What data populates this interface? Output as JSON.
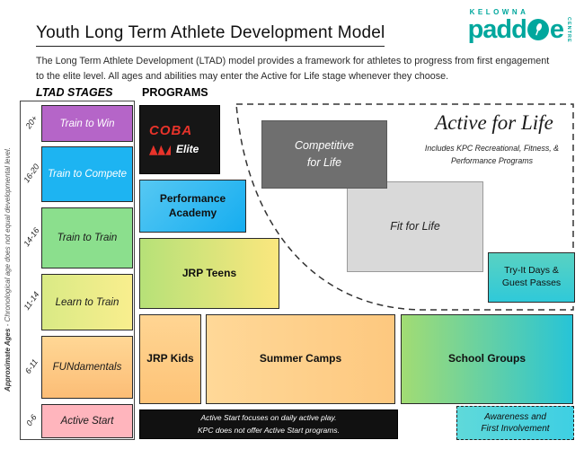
{
  "palette": {
    "brand_teal": "#00a79d",
    "stage_purple": "#b565c8",
    "stage_blue": "#1db4f2",
    "stage_green": "#8bdf8d",
    "stage_yellow_green": "#d9ea85",
    "stage_orange": "#ffd795",
    "stage_pink": "#ffb5bd",
    "competitive_gray": "#6f6f6f",
    "fit_gray": "#d9d9d9",
    "cyan": "#3ecfe3",
    "logo_red": "#e8332a",
    "black": "#111111"
  },
  "header": {
    "title": "Youth Long Term Athlete Development Model",
    "intro": "The Long Term Athlete Development (LTAD) model provides a framework for athletes to progress from first engagement to the elite level. All ages and abilities may enter the Active for Life stage whenever they choose."
  },
  "logo": {
    "region": "KELOWNA",
    "word_pre": "padd",
    "word_post": "e",
    "sub": "CENTRE",
    "icon": "paddle-icon"
  },
  "columns": {
    "stages_header": "LTAD STAGES",
    "programs_header": "PROGRAMS"
  },
  "side_note": {
    "bold": "Approximate Ages",
    "rest": " - Chronological age does not equal developmental level."
  },
  "stages": [
    {
      "age": "20+",
      "label": "Train to Win"
    },
    {
      "age": "16-20",
      "label": "Train to Compete"
    },
    {
      "age": "14-16",
      "label": "Train to Train"
    },
    {
      "age": "11-14",
      "label": "Learn to Train"
    },
    {
      "age": "6-11",
      "label": "FUNdamentals"
    },
    {
      "age": "0-6",
      "label": "Active Start"
    }
  ],
  "elite": {
    "brand": "COBA",
    "label": "Elite"
  },
  "programs": {
    "performance_academy_l1": "Performance",
    "performance_academy_l2": "Academy",
    "jrp_teens": "JRP Teens",
    "jrp_kids": "JRP Kids",
    "summer_camps": "Summer Camps",
    "school_groups": "School Groups"
  },
  "active_for_life": {
    "title": "Active for Life",
    "includes_l1": "Includes KPC Recreational, Fitness, &",
    "includes_l2": "Performance Programs",
    "competitive_l1": "Competitive",
    "competitive_l2": "for Life",
    "fit": "Fit for Life",
    "tryit_l1": "Try-It Days &",
    "tryit_l2": "Guest Passes",
    "awareness_l1": "Awareness and",
    "awareness_l2": "First Involvement"
  },
  "footnote": {
    "l1": "Active Start focuses on daily active play.",
    "l2": "KPC does not offer Active Start programs."
  }
}
